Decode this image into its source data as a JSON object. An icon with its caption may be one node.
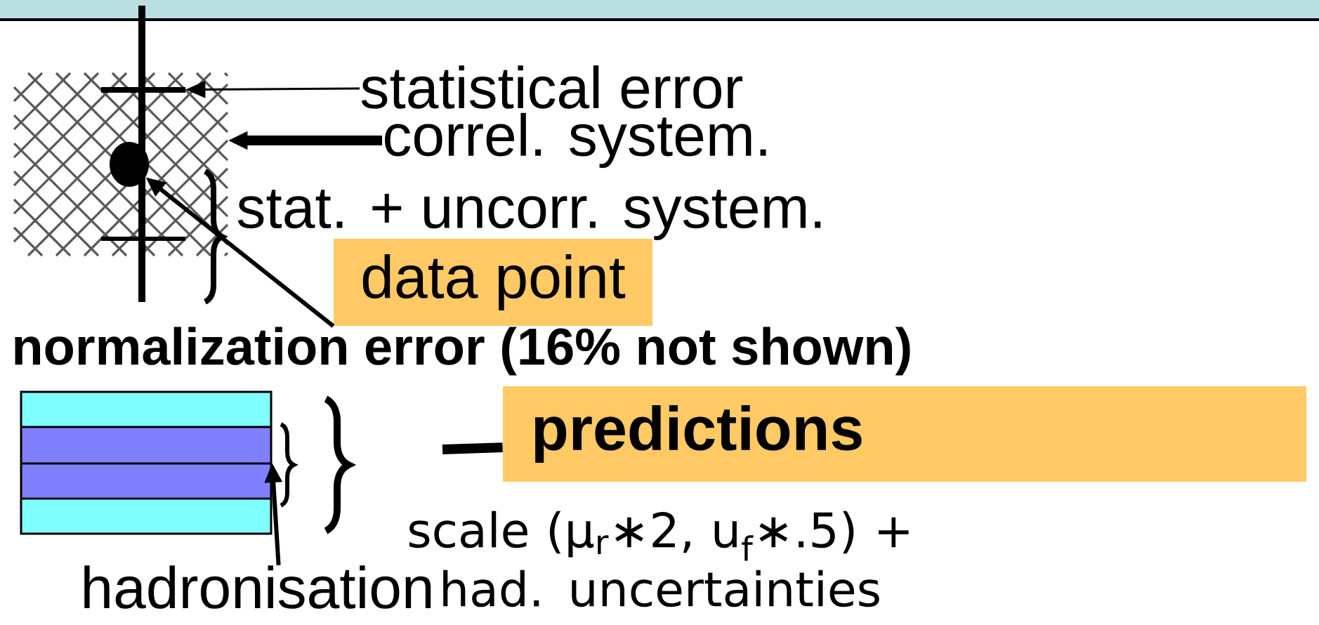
{
  "diagram": {
    "nodes": [
      {
        "text": [
          "statistical error"
        ]
      },
      {
        "text": [
          "correl. system."
        ]
      },
      {
        "text": [
          "stat. + uncorr. system."
        ]
      },
      {
        "text": [
          "data point"
        ]
      },
      {
        "text": [
          "predictions"
        ]
      },
      {
        "text": [
          "scale (μ$_{r}$∗2, u$_{f}$∗.5) + had. uncertainties"
        ]
      },
      {
        "text": [
          "hadronisation"
        ]
      },
      {
        "text": [],
        "shape": "bar",
        "in": 8
      },
      {
        "text": [],
        "shape": "box"
      },
      {
        "text": [],
        "shape": "circle",
        "in": 8
      },
      {
        "text": [],
        "shape": "bar"
      }
    ],
    "edges": [
      {
        "from": 0,
        "to": 7,
        "arrow": "to"
      },
      {
        "from": 1,
        "to": 8,
        "arrow": "to",
        "style": "thick"
      },
      {
        "from": 3,
        "to": 9,
        "arrow": "to"
      },
      {
        "from": null,
        "to": 4,
        "arrow": "none",
        "style": "thick"
      },
      {
        "from": 6,
        "to": 10,
        "arrow": "to"
      }
    ],
    "labels": [
      "normalization error (16% not shown)"
    ]
  }
}
